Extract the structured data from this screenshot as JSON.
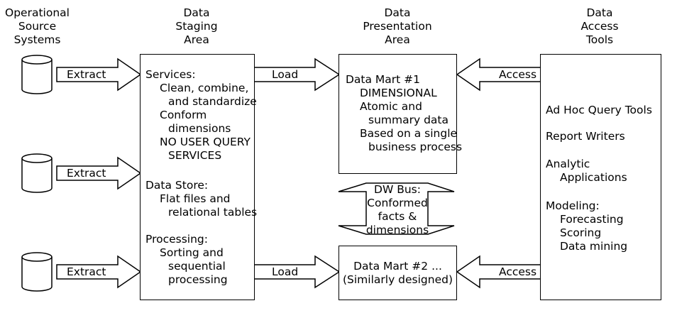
{
  "headers": {
    "source": [
      "Operational",
      "Source",
      "Systems"
    ],
    "staging": [
      "Data",
      "Staging",
      "Area"
    ],
    "presentation": [
      "Data",
      "Presentation",
      "Area"
    ],
    "access": [
      "Data",
      "Access",
      "Tools"
    ]
  },
  "arrows": {
    "extract": "Extract",
    "load": "Load",
    "access": "Access"
  },
  "staging": {
    "services_title": "Services:",
    "services_lines": [
      "Clean, combine,",
      "and standardize",
      "Conform",
      "dimensions",
      "NO USER QUERY",
      "SERVICES"
    ],
    "store_title": "Data Store:",
    "store_lines": [
      "Flat files and",
      "relational tables"
    ],
    "processing_title": "Processing:",
    "processing_lines": [
      "Sorting and",
      "sequential",
      "processing"
    ]
  },
  "mart1": {
    "title": "Data Mart #1",
    "lines": [
      "DIMENSIONAL",
      "Atomic and",
      "summary data",
      "Based on a single",
      "business process"
    ]
  },
  "bus": {
    "lines": [
      "DW Bus:",
      "Conformed",
      "facts &",
      "dimensions"
    ]
  },
  "mart2": {
    "lines": [
      "Data Mart #2 ...",
      "(Similarly designed)"
    ]
  },
  "tools": {
    "items": [
      "Ad Hoc Query Tools",
      "Report Writers"
    ],
    "analytic": [
      "Analytic",
      "Applications"
    ],
    "modeling_title": "Modeling:",
    "modeling_lines": [
      "Forecasting",
      "Scoring",
      "Data mining"
    ]
  }
}
